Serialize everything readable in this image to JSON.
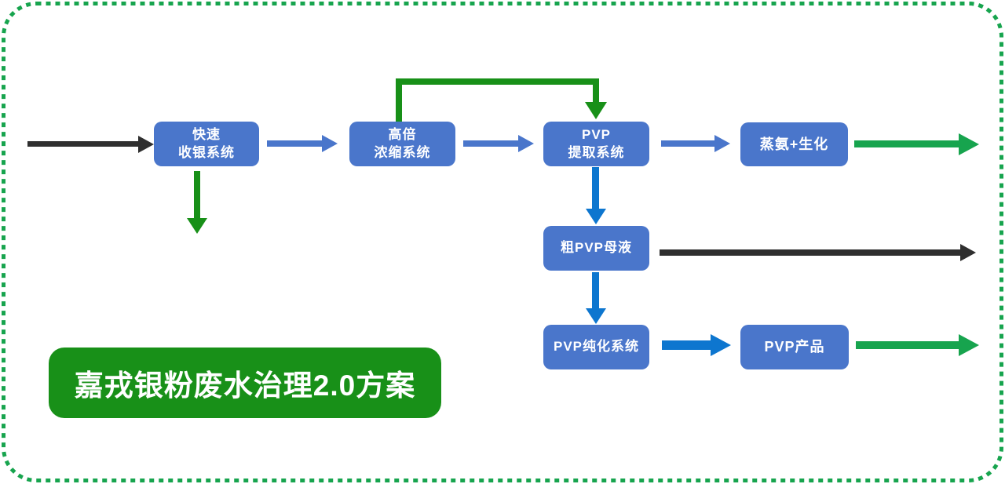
{
  "title_box": {
    "label": "嘉戎银粉废水治理2.0方案"
  },
  "nodes": [
    {
      "id": "rapid-silver-recovery",
      "lines": [
        "快速",
        "收银系统"
      ]
    },
    {
      "id": "high-ratio-concentration",
      "lines": [
        "高倍",
        "浓缩系统"
      ]
    },
    {
      "id": "pvp-extraction",
      "lines": [
        "PVP",
        "提取系统"
      ]
    },
    {
      "id": "ammonia-stripping-bio",
      "lines": [
        "蒸氨+生化"
      ]
    },
    {
      "id": "crude-pvp-mother-liquor",
      "lines": [
        "粗PVP母液"
      ]
    },
    {
      "id": "pvp-purification",
      "lines": [
        "PVP纯化系统"
      ]
    },
    {
      "id": "pvp-product",
      "lines": [
        "PVP产品"
      ]
    }
  ],
  "colors": {
    "canvas_bg": "#ffffff",
    "box_blue": "#4a76cb",
    "bright_blue": "#0d76cf",
    "green_bright": "#17a44e",
    "green_dark": "#189018",
    "border_green": "#17a44e",
    "arrow_black": "#2f2f2f",
    "text_white": "#ffffff"
  }
}
